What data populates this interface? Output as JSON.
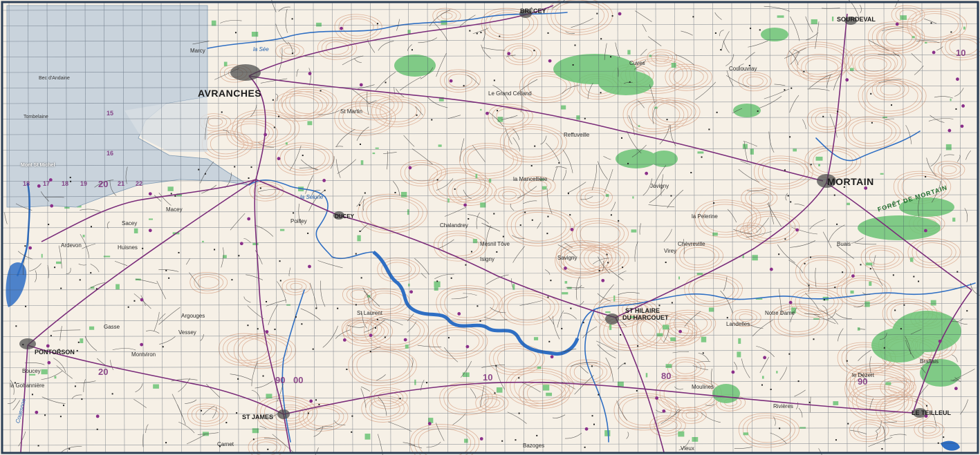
{
  "map": {
    "towns_major": [
      {
        "key": "avranches",
        "name": "AVRANCHES"
      },
      {
        "key": "mortain",
        "name": "MORTAIN"
      },
      {
        "key": "pontorson",
        "name": "PONTORSON"
      },
      {
        "key": "sainthilaire",
        "name": "ST HILAIRE"
      },
      {
        "key": "harcouet",
        "name": "DU HARCOUET"
      },
      {
        "key": "teilleul",
        "name": "LE TEILLEUL"
      },
      {
        "key": "sourdeval",
        "name": "SOURDEVAL"
      },
      {
        "key": "brecey",
        "name": "BRÉCEY"
      },
      {
        "key": "ducey",
        "name": "DUCEY"
      },
      {
        "key": "saintjames",
        "name": "ST JAMES"
      }
    ],
    "places_minor": [
      {
        "key": "montsaintmichel",
        "name": "Mont St Michel"
      },
      {
        "key": "tombelaine",
        "name": "Tombelaine"
      },
      {
        "key": "becdandaine",
        "name": "Bec d'Andaine"
      },
      {
        "key": "marcy",
        "name": "Marcy"
      },
      {
        "key": "isigny",
        "name": "Isigny"
      },
      {
        "key": "chalandrey",
        "name": "Chalandrey"
      },
      {
        "key": "mesniltove",
        "name": "Mesnil Tôve"
      },
      {
        "key": "juvigny",
        "name": "Juvigny"
      },
      {
        "key": "ledeux",
        "name": "Le Grand Celland"
      },
      {
        "key": "saintmartin",
        "name": "St Martin"
      },
      {
        "key": "poilley",
        "name": "Poilley"
      },
      {
        "key": "virey",
        "name": "Virey"
      },
      {
        "key": "landelles",
        "name": "Landelles"
      },
      {
        "key": "notredame",
        "name": "Notre Dame"
      },
      {
        "key": "vieux",
        "name": "Vieux"
      },
      {
        "key": "ledezert",
        "name": "le Dézert"
      },
      {
        "key": "buais",
        "name": "Buais"
      },
      {
        "key": "rivieres",
        "name": "Rivières"
      },
      {
        "key": "moulines",
        "name": "Moulines"
      },
      {
        "key": "sacey",
        "name": "Sacey"
      },
      {
        "key": "boucey",
        "name": "Boucey"
      },
      {
        "key": "argouges",
        "name": "Argouges"
      },
      {
        "key": "carnet",
        "name": "Carnet"
      },
      {
        "key": "cuves",
        "name": "Cuves"
      },
      {
        "key": "coulouvray",
        "name": "Coulouvray"
      },
      {
        "key": "lapelerine",
        "name": "la Pelerine"
      },
      {
        "key": "chevreville",
        "name": "Chèvreville"
      },
      {
        "key": "sainthilairepetit",
        "name": "St Laurent"
      },
      {
        "key": "savigny",
        "name": "Savigny"
      },
      {
        "key": "reffuveille",
        "name": "Reffuveille"
      },
      {
        "key": "lamancellière",
        "name": "la Mancellière"
      },
      {
        "key": "lagoderie",
        "name": "la Gohannière"
      },
      {
        "key": "montviron",
        "name": "Montviron"
      },
      {
        "key": "huisnes",
        "name": "Huisnes"
      },
      {
        "key": "ardevon",
        "name": "Ardevon"
      },
      {
        "key": "macey",
        "name": "Macey"
      },
      {
        "key": "vessey",
        "name": "Vessey"
      },
      {
        "key": "gasse",
        "name": "Gasse"
      },
      {
        "key": "bazoges",
        "name": "Bazoges"
      },
      {
        "key": "braffais",
        "name": "Braffais"
      }
    ],
    "water_labels": [
      {
        "key": "laselune",
        "name": "la Sélune"
      },
      {
        "key": "lasee",
        "name": "la Sée"
      },
      {
        "key": "couesnon",
        "name": "Couesnon"
      }
    ],
    "forest_labels": [
      {
        "key": "forestmortain",
        "name": "FORÊT DE MORTAIN"
      }
    ],
    "grid_numbers": [
      "18",
      "17",
      "18",
      "19",
      "20",
      "21",
      "22",
      "20",
      "90",
      "00",
      "10",
      "80",
      "90",
      "10",
      "15",
      "16"
    ],
    "colors": {
      "paper": "#f6f0e6",
      "sea": "#c9d3dc",
      "water": "#2f6fc4",
      "forest": "#5fbf68",
      "contour": "#c98a6a",
      "road": "#7a2c7a",
      "road_minor": "#3a3a3a",
      "grid": "#3c4a5c",
      "frame": "#2b3e55"
    }
  }
}
